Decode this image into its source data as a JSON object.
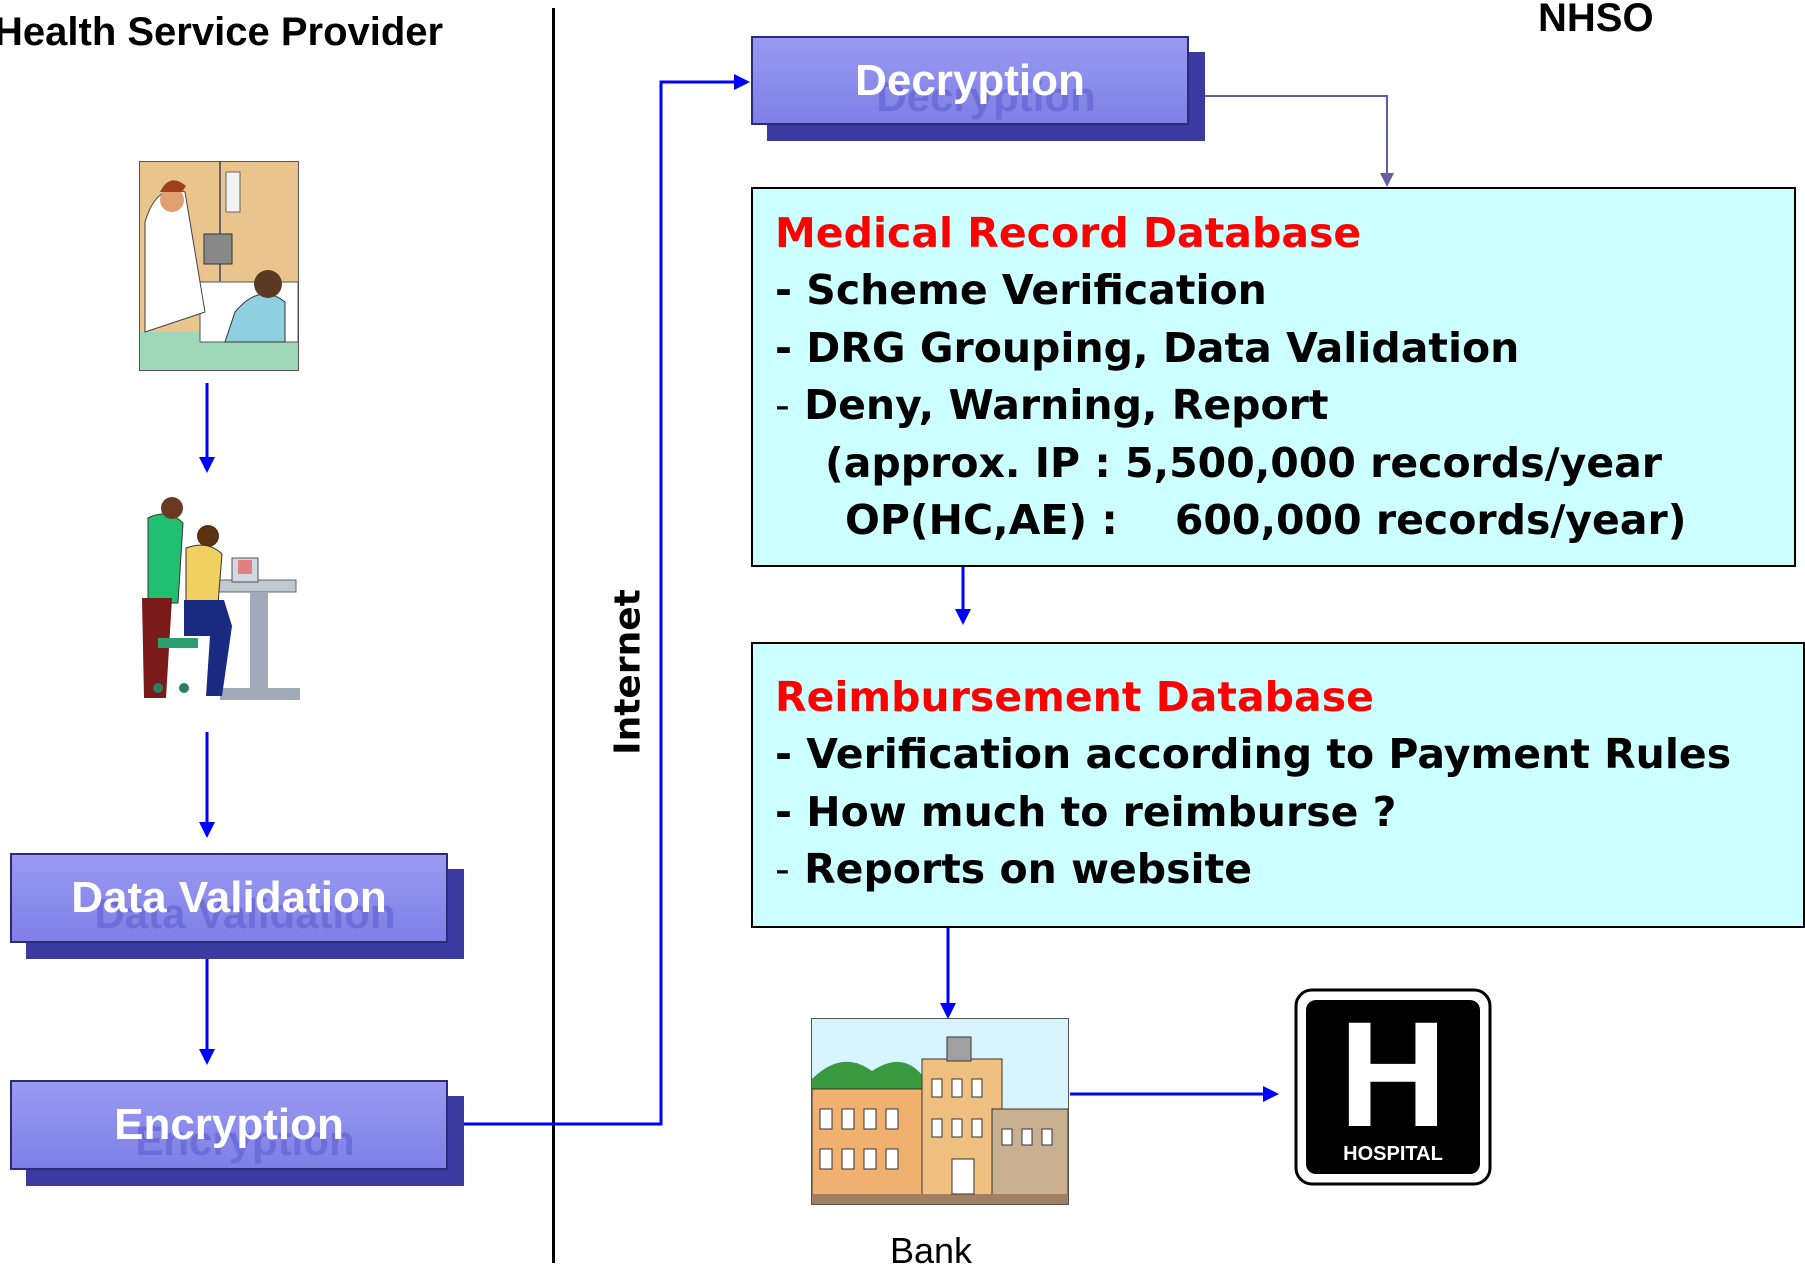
{
  "left_header": "Health Service Provider",
  "right_header": "NHSO",
  "channel_label": "Internet",
  "process_boxes": {
    "data_validation": "Data Validation",
    "encryption": "Encryption",
    "decryption": "Decryption"
  },
  "medical_record_db": {
    "title": "Medical Record Database",
    "items": [
      "- Scheme Verification",
      "- DRG Grouping, Data Validation",
      "Deny, Warning, Report"
    ],
    "item3_dash": "-",
    "note_line1": "(approx. IP : 5,500,000 records/year",
    "note_line2": "OP(HC,AE) :    600,000 records/year)"
  },
  "reimbursement_db": {
    "title": "Reimbursement Database",
    "items": [
      "- Verification according to Payment Rules",
      "- How much to reimburse ?",
      "Reports on website"
    ],
    "item3_dash": "-"
  },
  "bank_label": "Bank",
  "hospital_sign_letter": "H",
  "hospital_sign_text": "HOSPITAL",
  "colors": {
    "arrow_blue": "#0000ff",
    "arrow_gray": "#6060a0",
    "db_fill": "#ccffff",
    "db_title": "#ff0000",
    "process_fill": "#8a8aee"
  },
  "icons": [
    "nurse-patient-clipart",
    "office-workers-computer-clipart",
    "bank-building-clipart",
    "hospital-sign-icon"
  ]
}
